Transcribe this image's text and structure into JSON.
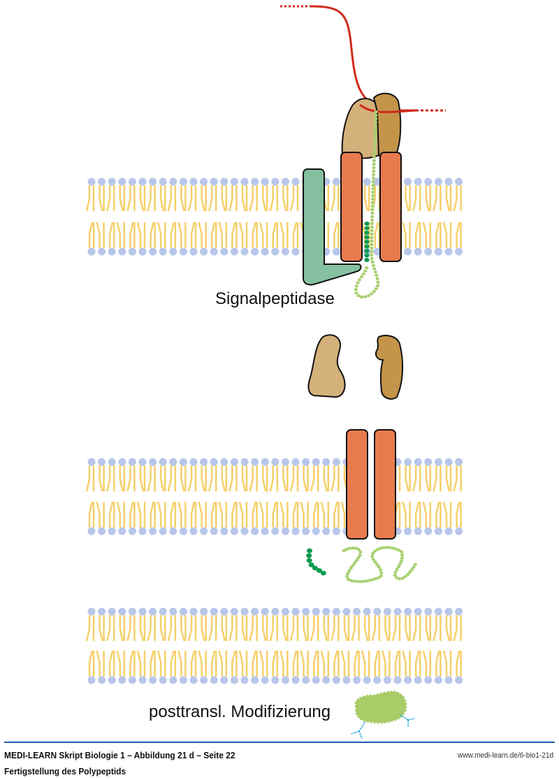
{
  "labels": {
    "signalpeptidase": "Signalpeptidase",
    "modification": "posttransl. Modifizierung"
  },
  "footer": {
    "title": "MEDI-LEARN Skript Biologie 1 – Abbildung 21 d – Seite 22",
    "subtitle": "Fertigstellung des Polypeptids",
    "url": "www.medi-learn.de/6-bio1-21d"
  },
  "colors": {
    "lipid_head": "#b8c6ea",
    "lipid_tail": "#f5d06a",
    "channel": "#e87b4e",
    "ribosome_large": "#d4b07a",
    "ribosome_small": "#c4944a",
    "signalpeptidase": "#85c0a0",
    "mrna": "#d02a1c",
    "peptide": "#a8d070",
    "signal_peptide": "#0a9a50",
    "sugar": "#29a8e0",
    "rule": "#1f5fae"
  }
}
